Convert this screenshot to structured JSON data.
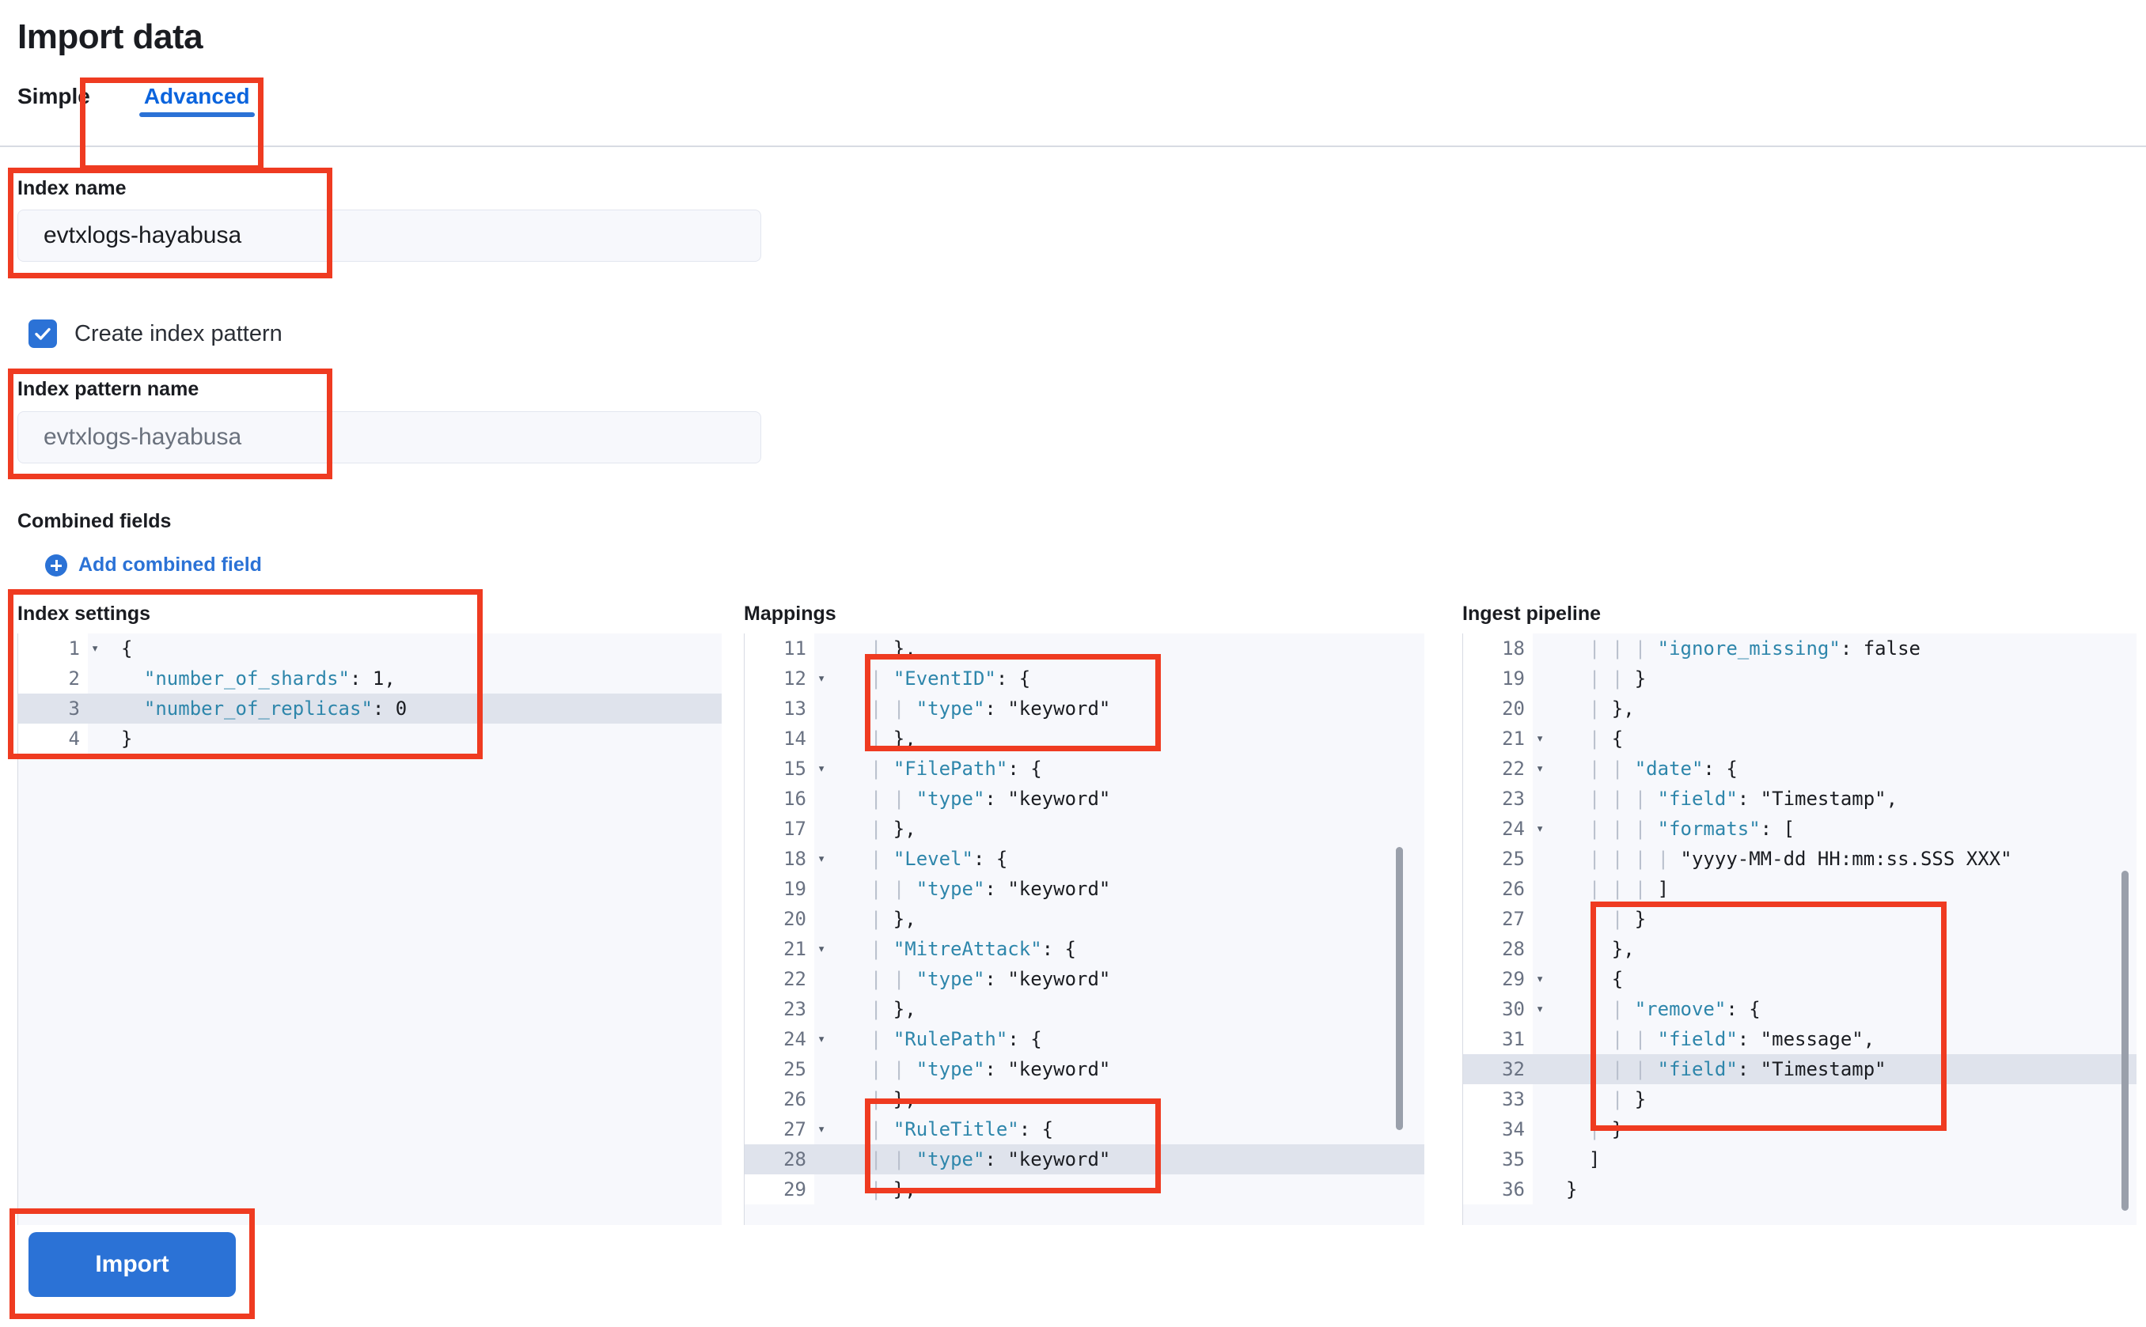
{
  "page": {
    "title": "Import data"
  },
  "tabs": [
    {
      "label": "Simple",
      "active": false
    },
    {
      "label": "Advanced",
      "active": true
    }
  ],
  "form": {
    "index_name_label": "Index name",
    "index_name_value": "evtxlogs-hayabusa",
    "create_index_pattern_label": "Create index pattern",
    "create_index_pattern_checked": true,
    "index_pattern_name_label": "Index pattern name",
    "index_pattern_name_placeholder": "evtxlogs-hayabusa",
    "combined_fields_label": "Combined fields",
    "add_combined_field_label": "Add combined field"
  },
  "editors": {
    "index_settings": {
      "title": "Index settings",
      "first_line": 1,
      "highlighted_line": 3,
      "folds": [
        1
      ],
      "lines": [
        {
          "n": 1,
          "text": "{"
        },
        {
          "n": 2,
          "text": "  \"number_of_shards\": 1,"
        },
        {
          "n": 3,
          "text": "  \"number_of_replicas\": 0"
        },
        {
          "n": 4,
          "text": "}"
        }
      ]
    },
    "mappings": {
      "title": "Mappings",
      "first_line": 11,
      "highlighted_line": 28,
      "folds": [
        12,
        15,
        18,
        21,
        24,
        27
      ],
      "lines": [
        {
          "n": 11,
          "text": "    },"
        },
        {
          "n": 12,
          "text": "    \"EventID\": {"
        },
        {
          "n": 13,
          "text": "      \"type\": \"keyword\""
        },
        {
          "n": 14,
          "text": "    },"
        },
        {
          "n": 15,
          "text": "    \"FilePath\": {"
        },
        {
          "n": 16,
          "text": "      \"type\": \"keyword\""
        },
        {
          "n": 17,
          "text": "    },"
        },
        {
          "n": 18,
          "text": "    \"Level\": {"
        },
        {
          "n": 19,
          "text": "      \"type\": \"keyword\""
        },
        {
          "n": 20,
          "text": "    },"
        },
        {
          "n": 21,
          "text": "    \"MitreAttack\": {"
        },
        {
          "n": 22,
          "text": "      \"type\": \"keyword\""
        },
        {
          "n": 23,
          "text": "    },"
        },
        {
          "n": 24,
          "text": "    \"RulePath\": {"
        },
        {
          "n": 25,
          "text": "      \"type\": \"keyword\""
        },
        {
          "n": 26,
          "text": "    },"
        },
        {
          "n": 27,
          "text": "    \"RuleTitle\": {"
        },
        {
          "n": 28,
          "text": "      \"type\": \"keyword\""
        },
        {
          "n": 29,
          "text": "    },"
        }
      ]
    },
    "ingest_pipeline": {
      "title": "Ingest pipeline",
      "first_line": 18,
      "highlighted_line": 32,
      "folds": [
        21,
        22,
        24,
        29,
        30
      ],
      "lines": [
        {
          "n": 18,
          "text": "        \"ignore_missing\": false"
        },
        {
          "n": 19,
          "text": "      }"
        },
        {
          "n": 20,
          "text": "    },"
        },
        {
          "n": 21,
          "text": "    {"
        },
        {
          "n": 22,
          "text": "      \"date\": {"
        },
        {
          "n": 23,
          "text": "        \"field\": \"Timestamp\","
        },
        {
          "n": 24,
          "text": "        \"formats\": ["
        },
        {
          "n": 25,
          "text": "          \"yyyy-MM-dd HH:mm:ss.SSS XXX\""
        },
        {
          "n": 26,
          "text": "        ]"
        },
        {
          "n": 27,
          "text": "      }"
        },
        {
          "n": 28,
          "text": "    },"
        },
        {
          "n": 29,
          "text": "    {"
        },
        {
          "n": 30,
          "text": "      \"remove\": {"
        },
        {
          "n": 31,
          "text": "        \"field\": \"message\","
        },
        {
          "n": 32,
          "text": "        \"field\": \"Timestamp\""
        },
        {
          "n": 33,
          "text": "      }"
        },
        {
          "n": 34,
          "text": "    }"
        },
        {
          "n": 35,
          "text": "  ]"
        },
        {
          "n": 36,
          "text": "}"
        }
      ]
    }
  },
  "actions": {
    "import_label": "Import"
  },
  "colors": {
    "accent": "#2b72d6",
    "annotation": "#ef3b21",
    "editor_bg": "#f7f8fc",
    "highlight_row": "#dfe3ec"
  }
}
